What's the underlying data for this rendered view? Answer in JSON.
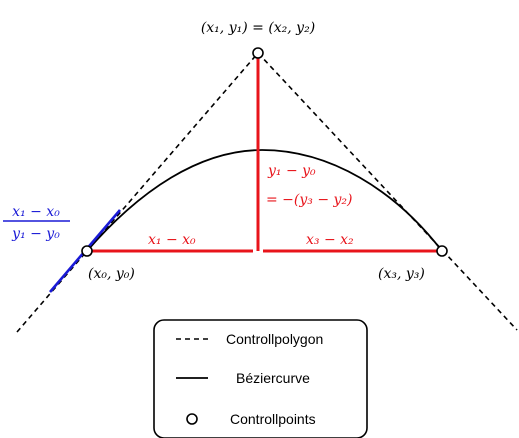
{
  "labels": {
    "top_point": "(x₁, y₁) = (x₂, y₂)",
    "p0": "(x₀, y₀)",
    "p3": "(x₃, y₃)",
    "horiz_left": "x₁ − x₀",
    "horiz_right": "x₃ − x₂",
    "vert_line1": "y₁ − y₀",
    "vert_line2": "= −(y₃ − y₂)",
    "slope_num": "x₁ − x₀",
    "slope_den": "y₁ − y₀"
  },
  "legend": {
    "polygon": "Controllpolygon",
    "curve": "Béziercurve",
    "points": "Controllpoints"
  },
  "colors": {
    "red": "#e8141b",
    "blue": "#1a1ad6",
    "black": "#000000"
  }
}
